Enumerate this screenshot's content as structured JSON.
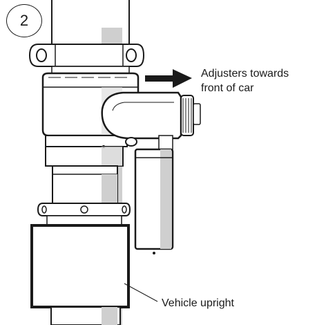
{
  "figure": {
    "step_number": "2",
    "labels": {
      "adjusters_line1": "Adjusters towards",
      "adjusters_line2": "front of car",
      "vehicle_upright": "Vehicle upright"
    }
  },
  "colors": {
    "outline": "#1a1a1a",
    "rod_shading": "#cfcfcf",
    "highlight_white": "#ffffff"
  }
}
